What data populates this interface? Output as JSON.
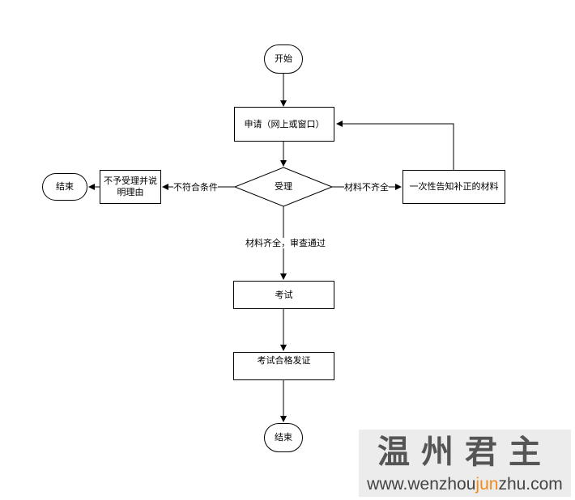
{
  "diagram": {
    "nodes": {
      "start": "开始",
      "apply": "申请（网上或窗口）",
      "accept": "受理",
      "reject": "不予受理并说明理由",
      "end_left": "结束",
      "notify": "一次性告知补正的材料",
      "exam": "考试",
      "certify": "考试合格发证",
      "end": "结束"
    },
    "edges": {
      "not_qualified": "不符合条件",
      "incomplete": "材料不齐全",
      "approved": "材料齐全，审查通过"
    }
  },
  "watermark": {
    "title": "温州君主",
    "url_prefix": "www.wenzhou",
    "url_highlight": "jun",
    "url_suffix": "zhu.com"
  }
}
